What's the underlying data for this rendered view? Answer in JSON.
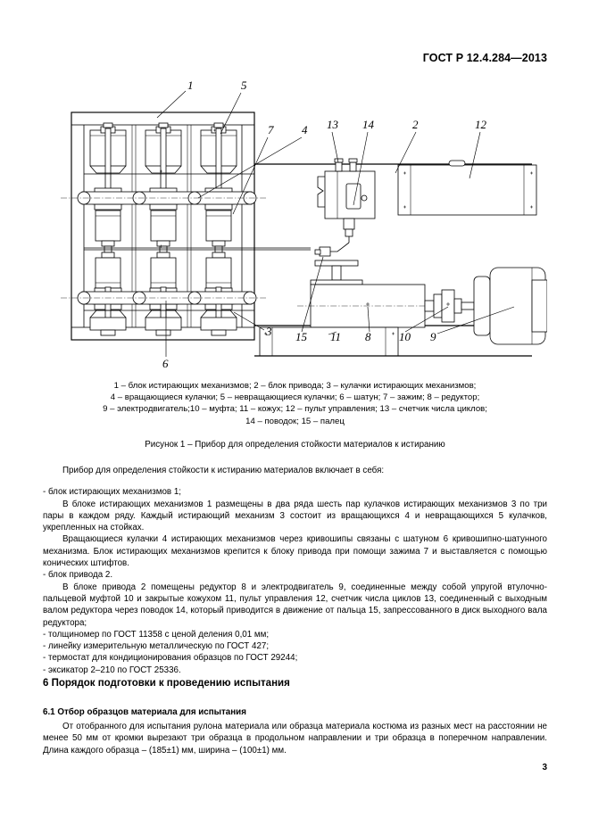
{
  "document": {
    "standard_header": "ГОСТ Р 12.4.284—2013",
    "page_number": "3"
  },
  "figure": {
    "caption": "Рисунок 1 – Прибор для определения стойкости материалов к истиранию",
    "callouts": [
      "1",
      "5",
      "7",
      "4",
      "13",
      "14",
      "2",
      "12",
      "3",
      "6",
      "15",
      "11",
      "8",
      "10",
      "9"
    ],
    "legend_lines": [
      "1 – блок истирающих механизмов; 2 – блок привода; 3 – кулачки истирающих механизмов;",
      "4 – вращающиеся кулачки; 5 – невращающиеся кулачки; 6 – шатун; 7 – зажим; 8 – редуктор;",
      "9 – электродвигатель;10 – муфта; 11 – кожух; 12 – пульт управления; 13 – счетчик числа циклов;",
      "14 – поводок; 15 – палец"
    ]
  },
  "body": {
    "intro": "Прибор для определения стойкости к истиранию материалов включает в себя:",
    "item_block_1": "- блок истирающих механизмов 1;",
    "para_1": "В блоке истирающих механизмов 1 размещены в два ряда шесть пар кулачков истирающих механизмов 3 по три пары в каждом ряду. Каждый истирающий механизм 3 состоит из вращающихся 4 и невращающихся 5 кулачков, укрепленных на стойках.",
    "para_2": "Вращающиеся кулачки 4 истирающих механизмов через кривошипы связаны с шатуном 6 кривошипно-шатунного механизма. Блок истирающих механизмов крепится к блоку привода при помощи зажима 7 и выставляется с помощью конических штифтов.",
    "item_block_2": "- блок привода 2.",
    "para_3": "В блоке привода 2 помещены редуктор 8 и электродвигатель 9, соединенные между  собой упругой втулочно-пальцевой муфтой 10 и закрытые кожухом 11, пульт управления 12, счетчик числа циклов 13, соединенный с выходным валом редуктора через поводок 14, который приводится в движение от пальца 15, запрессованного в диск выходного вала редуктора;",
    "list_items": [
      "- толщиномер по ГОСТ 11358 с ценой деления 0,01 мм;",
      "- линейку измерительную металлическую по ГОСТ 427;",
      "- термостат для кондиционирования образцов по ГОСТ 29244;",
      "- эксикатор 2–210 по ГОСТ 25336."
    ]
  },
  "sections": {
    "heading_6": "6 Порядок подготовки к проведению испытания",
    "heading_6_1": "6.1 Отбор образцов материала для испытания",
    "para_6_1": "От отобранного для испытания рулона материала или образца материала костюма из разных мест на расстоянии не менее 50 мм от кромки вырезают три образца в продольном направлении и три образца в поперечном направлении. Длина  каждого образца – (185±1) мм, ширина – (100±1) мм."
  }
}
